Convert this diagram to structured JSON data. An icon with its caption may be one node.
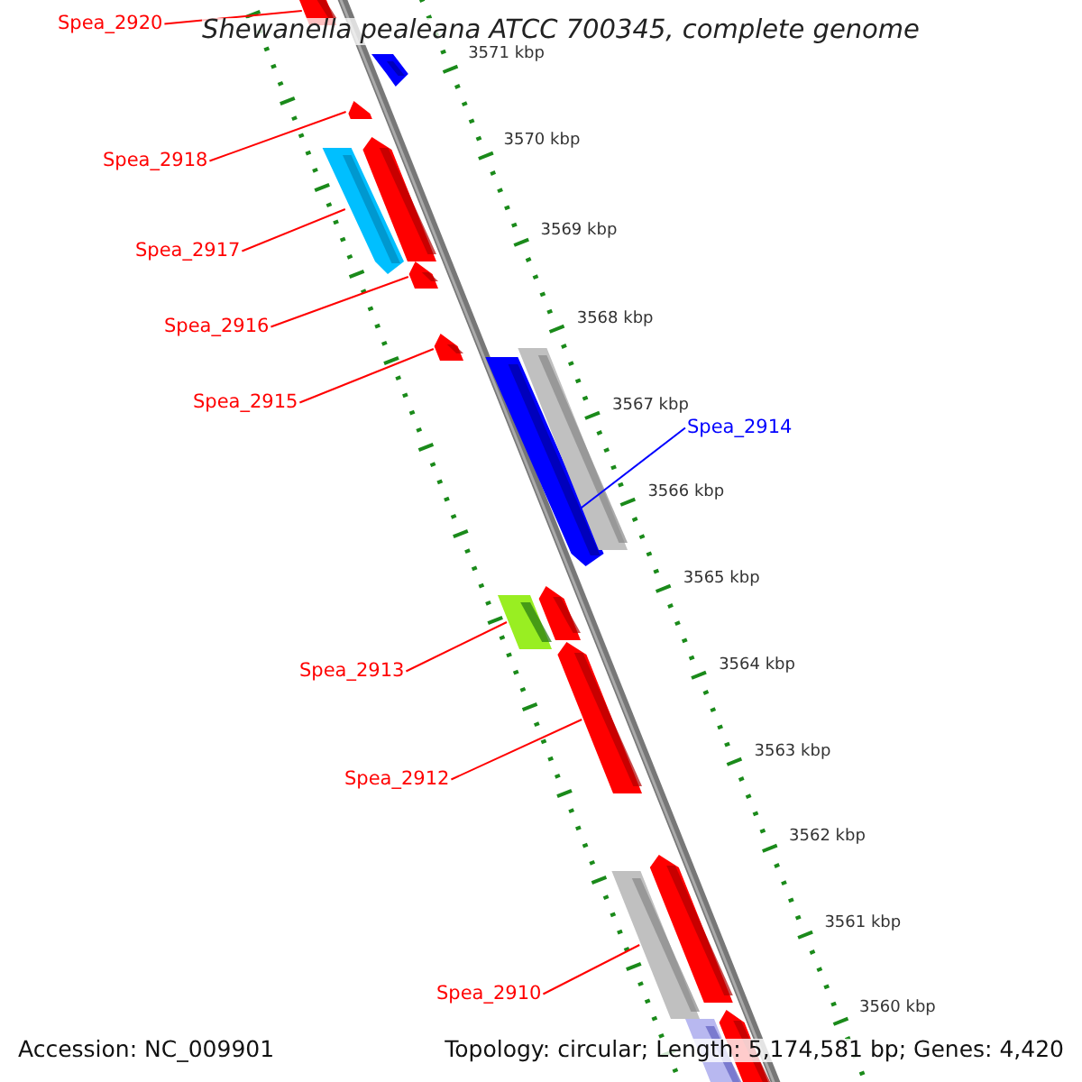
{
  "diagram": {
    "title": "Shewanella pealeana ATCC 700345, complete genome",
    "nodes": [
      {
        "text": [
          "Spea_2920"
        ]
      },
      {
        "text": [
          "Spea_2918"
        ]
      },
      {
        "text": [
          "Spea_2917"
        ]
      },
      {
        "text": [
          "Spea_2916"
        ]
      },
      {
        "text": [
          "Spea_2915"
        ]
      },
      {
        "text": [
          "Spea_2914"
        ]
      },
      {
        "text": [
          "Spea_2913"
        ]
      },
      {
        "text": [
          "Spea_2912"
        ]
      },
      {
        "text": [
          "Spea_2910"
        ]
      },
      {
        "text": [],
        "shape": "bar"
      },
      {
        "text": [],
        "shape": "bar"
      },
      {
        "text": [],
        "shape": "bar"
      },
      {
        "text": [],
        "shape": "bar"
      },
      {
        "text": [],
        "shape": "bar"
      },
      {
        "text": [],
        "shape": "bar"
      },
      {
        "text": [],
        "shape": "bar"
      },
      {
        "text": [],
        "shape": "bar"
      },
      {
        "text": [],
        "shape": "bar"
      }
    ],
    "edges": [
      {
        "from": 0,
        "to": 9,
        "arrow": "none"
      },
      {
        "from": 1,
        "to": 10,
        "arrow": "none"
      },
      {
        "from": 2,
        "to": 11,
        "arrow": "none"
      },
      {
        "from": 3,
        "to": 12,
        "arrow": "none"
      },
      {
        "from": 4,
        "to": 13,
        "arrow": "none"
      },
      {
        "from": 5,
        "to": 14,
        "arrow": "none",
        "color": "#0000ff"
      },
      {
        "from": 6,
        "to": 15,
        "arrow": "none"
      },
      {
        "from": 7,
        "to": 16,
        "arrow": "none"
      },
      {
        "from": 8,
        "to": 17,
        "arrow": "none"
      }
    ],
    "labels": [
      "3571 kbp",
      "3570 kbp",
      "3569 kbp",
      "3568 kbp",
      "3567 kbp",
      "3566 kbp",
      "3565 kbp",
      "3564 kbp",
      "3563 kbp",
      "3562 kbp",
      "3561 kbp",
      "3560 kbp",
      "Accession: NC_009901",
      "Topology: circular; Length: 5,174,581 bp; Genes: 4,420"
    ]
  }
}
